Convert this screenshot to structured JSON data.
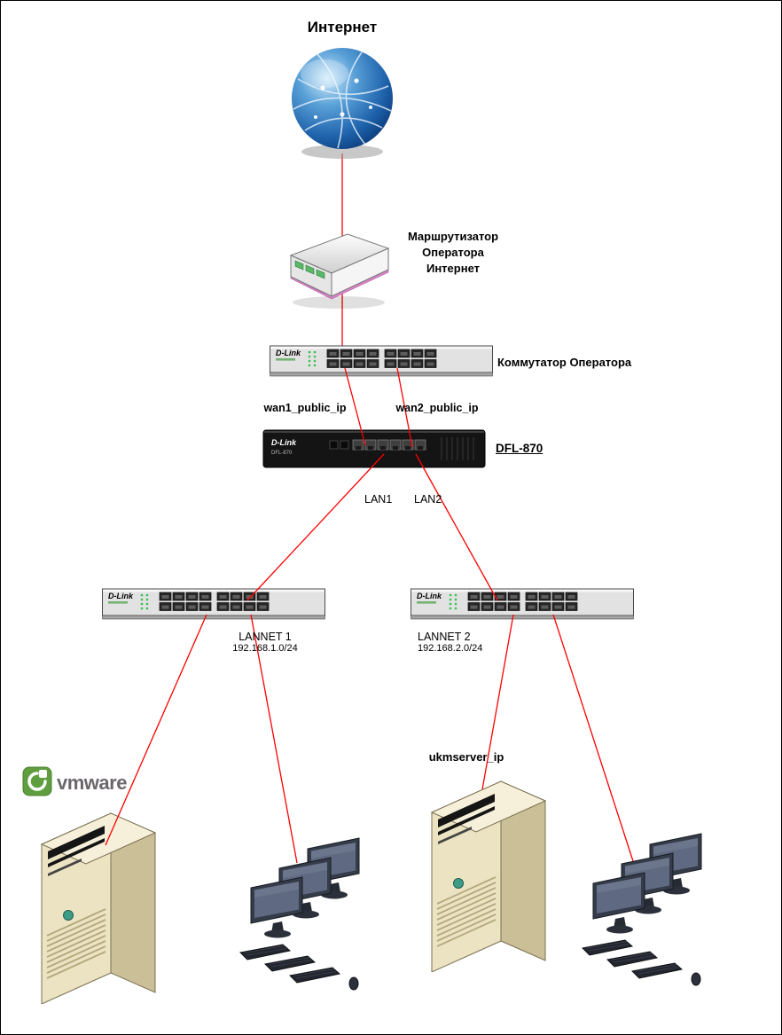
{
  "labels": {
    "internet": "Интернет",
    "router_line1": "Маршрутизатор",
    "router_line2": "Оператора",
    "router_line3": "Интернет",
    "isp_switch": "Коммутатор Оператора",
    "wan1": "wan1_public_ip",
    "wan2": "wan2_public_ip",
    "firewall": "DFL-870",
    "lan1": "LAN1",
    "lan2": "LAN2",
    "lannet1_name": "LANNET 1",
    "lannet1_subnet": "192.168.1.0/24",
    "lannet2_name": "LANNET 2",
    "lannet2_subnet": "192.168.2.0/24",
    "ukmserver": "ukmserver_ip",
    "vmware": "vmware"
  },
  "devices": {
    "brand": "D-Link"
  },
  "colors": {
    "connection_line": "#ff0000",
    "globe_blue": "#1e62ab",
    "switch_body": "#e2e2e2",
    "firewall_body": "#141414",
    "server_beige": "#ece3c2",
    "vmware_green": "#5e9e3e",
    "monitor_frame": "#353c49"
  }
}
